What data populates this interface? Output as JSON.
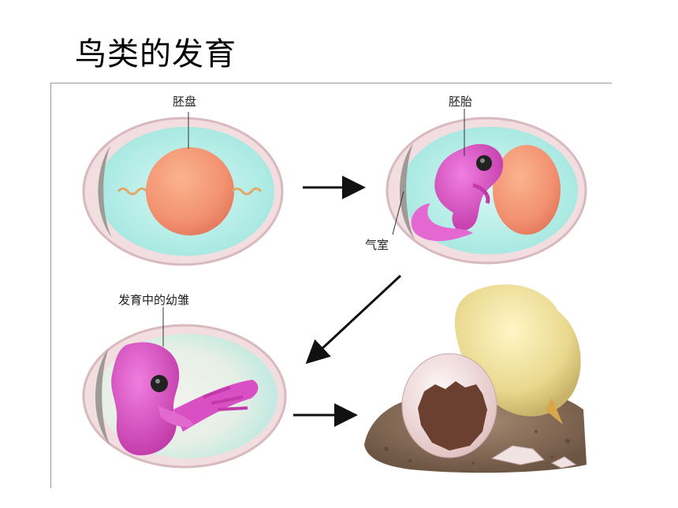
{
  "title": "鸟类的发育",
  "labels": {
    "germinal_disc": "胚盘",
    "embryo": "胚胎",
    "air_cell": "气室",
    "developing_chick": "发育中的幼雏"
  },
  "colors": {
    "egg_fluid": "#bff0ec",
    "yolk": "#f39a78",
    "embryo": "#d94fc4",
    "shell_rim": "#e7c7cf",
    "chick": "#efe09a"
  }
}
